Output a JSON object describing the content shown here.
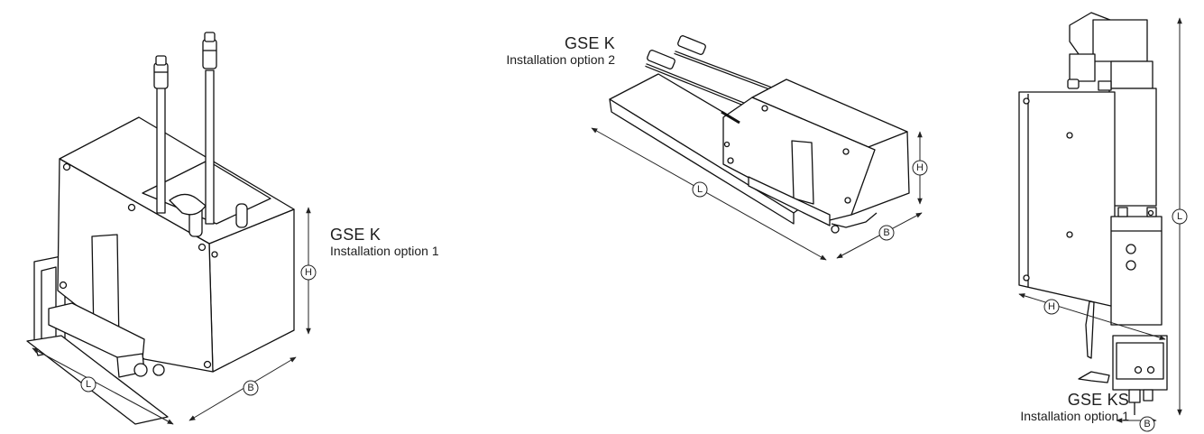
{
  "views": [
    {
      "title": "GSE K",
      "subtitle": "Installation option 1",
      "dimensions": [
        "L",
        "B",
        "H"
      ]
    },
    {
      "title": "GSE K",
      "subtitle": "Installation option 2",
      "dimensions": [
        "L",
        "B",
        "H"
      ]
    },
    {
      "title": "GSE KS",
      "subtitle": "Installation option 1",
      "dimensions": [
        "L",
        "H",
        "B"
      ]
    }
  ]
}
